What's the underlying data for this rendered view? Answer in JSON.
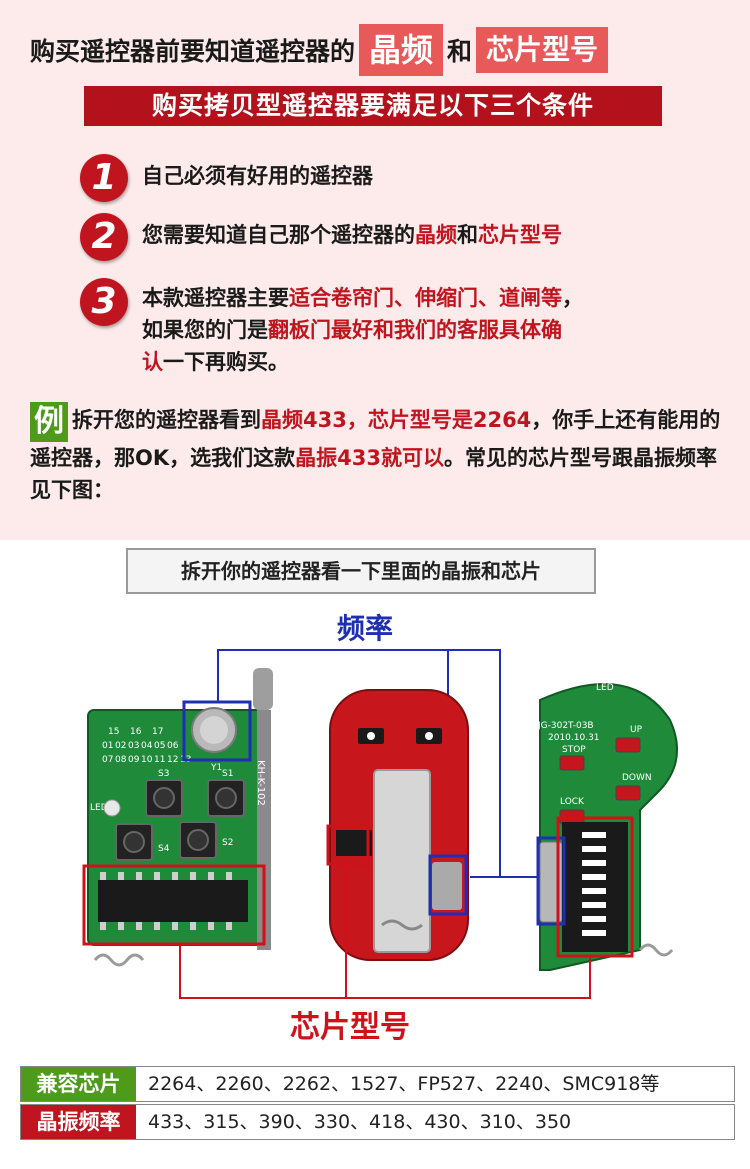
{
  "headline": {
    "prefix": "购买遥控器前要知道遥控器的",
    "tag1": "晶频",
    "middle": "和",
    "tag2": "芯片型号"
  },
  "banner": "购买拷贝型遥控器要满足以下三个条件",
  "conditions": [
    {
      "num": "1",
      "line1": "自己必须有好用的遥控器"
    },
    {
      "num": "2",
      "line1_a": "您需要知道自己那个遥控器的",
      "line1_b": "晶频",
      "line1_c": "和",
      "line1_d": "芯片型号"
    },
    {
      "num": "3",
      "line1_a": "本款遥控器主要",
      "line1_b": "适合卷帘门、伸缩门、道闸等",
      "line1_c": "，",
      "line2_a": "如果您的门是",
      "line2_b": "翻板门最好和我们的客服具体确",
      "line3_a": "认",
      "line3_b": "一下再购买。"
    }
  ],
  "example": {
    "tag": "例",
    "t1": "拆开您的遥控器看到",
    "t2": "晶频433，芯片型号是",
    "t3": "2264",
    "t4": "，你手上还有能用的遥控器，那OK，选我们这款",
    "t5": "晶振433就可以",
    "t6": "。常见的芯片型号跟晶振频率见下图："
  },
  "sub_banner": "拆开你的遥控器看一下里面的晶振和芯片",
  "labels": {
    "frequency": "频率",
    "chip_model": "芯片型号"
  },
  "boards": {
    "b1_numbers": [
      "15",
      "16",
      "17",
      "01",
      "02",
      "03",
      "04",
      "05",
      "06",
      "07",
      "08",
      "09",
      "10",
      "11",
      "12",
      "13"
    ],
    "b1_silk": [
      "S3",
      "S1",
      "S4",
      "S2",
      "LED",
      "Y1"
    ],
    "b1_antenna": "KH-K-102",
    "b3_model": "JG-302T-03B",
    "b3_date": "2010.10.31",
    "b3_buttons": [
      "UP",
      "STOP",
      "DOWN",
      "LOCK",
      "LED"
    ]
  },
  "table": {
    "chips_label": "兼容芯片",
    "chips_value": "2264、2260、2262、1527、FP527、2240、SMC918等",
    "freq_label": "晶振频率",
    "freq_value": "433、315、390、330、418、430、310、350"
  },
  "colors": {
    "accent_red": "#c0151f",
    "tag_pink": "#e85a5a",
    "green": "#4e9a1b",
    "blue_annot": "#1f2fb3",
    "pcb_green": "#1f8a3a",
    "pcb_red": "#c7161c"
  }
}
